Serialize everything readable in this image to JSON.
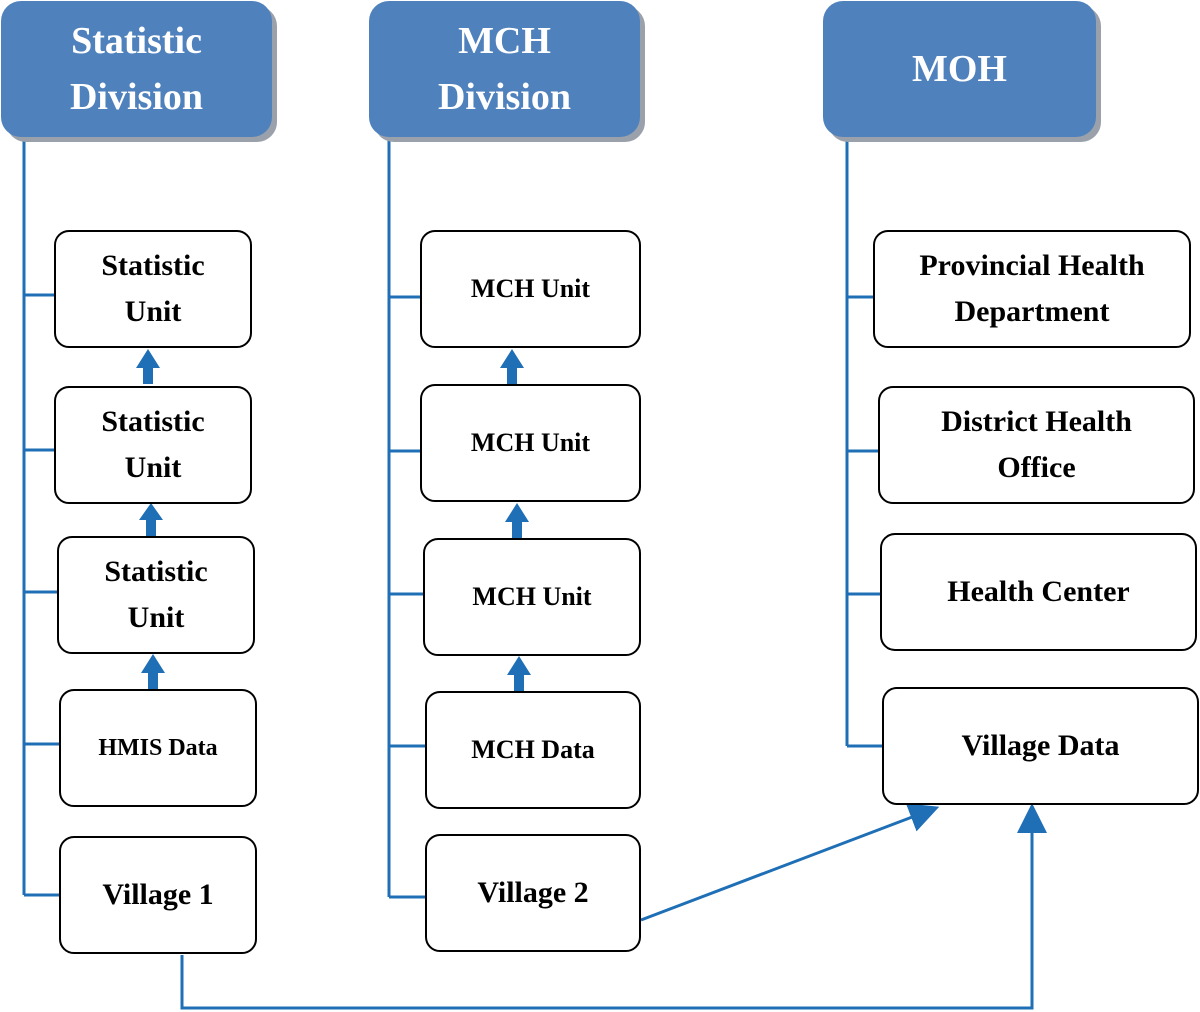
{
  "colors": {
    "connector": "#1f6fb6",
    "header_fill": "#4f81bd",
    "header_text": "#ffffff"
  },
  "columns": {
    "statistic": {
      "header": "Statistic Division",
      "boxes": [
        "Statistic Unit",
        "Statistic Unit",
        "Statistic Unit",
        "HMIS Data",
        "Village 1"
      ]
    },
    "mch": {
      "header": "MCH Division",
      "boxes": [
        "MCH Unit",
        "MCH Unit",
        "MCH Unit",
        "MCH Data",
        "Village 2"
      ]
    },
    "moh": {
      "header": "MOH",
      "boxes": [
        "Provincial Health Department",
        "District Health Office",
        "Health Center",
        "Village Data"
      ]
    }
  }
}
